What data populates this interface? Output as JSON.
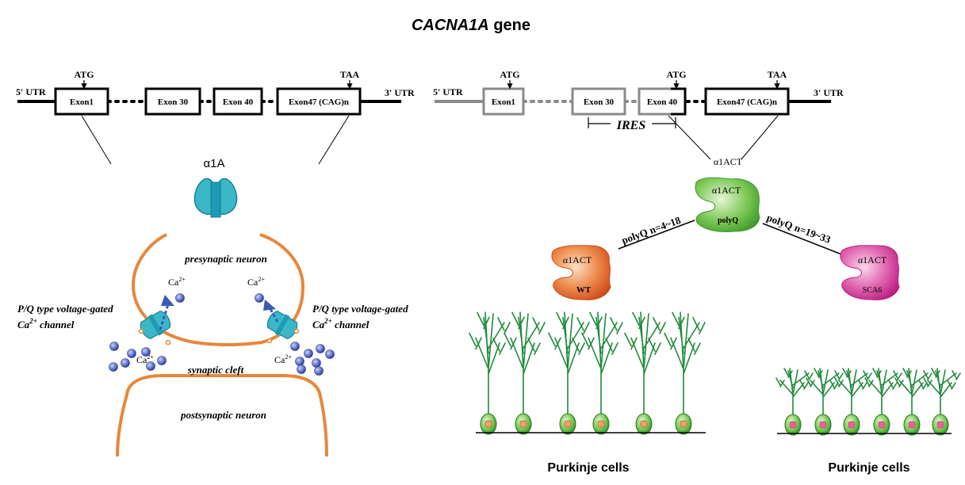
{
  "title_gene": "CACNA1A",
  "title_suffix": " gene",
  "left_gene": {
    "utr5": "5' UTR",
    "utr3": "3' UTR",
    "atg": "ATG",
    "taa": "TAA",
    "exons": [
      "Exon1",
      "Exon 30",
      "Exon 40",
      "Exon47 (CAG)n"
    ]
  },
  "right_gene": {
    "utr5": "5' UTR",
    "utr3": "3' UTR",
    "atg1": "ATG",
    "atg2": "ATG",
    "taa": "TAA",
    "exons": [
      "Exon1",
      "Exon 30",
      "Exon 40",
      "Exon47 (CAG)n"
    ],
    "ires": "IRES"
  },
  "left_panel": {
    "alpha1a": "α1A",
    "presynaptic": "presynaptic neuron",
    "synaptic_cleft": "synaptic cleft",
    "postsynaptic": "postsynaptic neuron",
    "ca_top_left": "Ca",
    "ca_top_right": "Ca",
    "ca_bottom_left": "Ca",
    "ca_bottom_right": "Ca",
    "ca_superscript": "2+",
    "channel_left_line1": "P/Q type voltage-gated",
    "channel_left_line2_prefix": "Ca",
    "channel_left_line2_suffix": " channel",
    "channel_right_line1": "P/Q type voltage-gated",
    "channel_right_line2_prefix": "Ca",
    "channel_right_line2_suffix": " channel"
  },
  "right_panel": {
    "alpha1act_top": "α1ACT",
    "green_protein": "α1ACT",
    "green_sub": "polyQ",
    "wt_protein": "α1ACT",
    "wt_sub": "WT",
    "sca6_protein": "α1ACT",
    "sca6_sub": "SCA6",
    "polyq_wt": "polyQ n=4~18",
    "polyq_sca6": "polyQ n=19~33",
    "purkinje_left": "Purkinje cells",
    "purkinje_right": "Purkinje cells"
  },
  "colors": {
    "neuron": "#e8863a",
    "channel": "#3bb8c8",
    "calcium": "#5a6fc8",
    "arrow": "#3f58b8",
    "dendrite": "#1f8a3a",
    "cell_body": "#5fc24a",
    "nucleus": "#e86a8a",
    "green_protein": "#6cc24a",
    "wt_protein": "#e8682a",
    "sca6_protein": "#d8439a",
    "grey_exon": "#8a8a8a"
  }
}
